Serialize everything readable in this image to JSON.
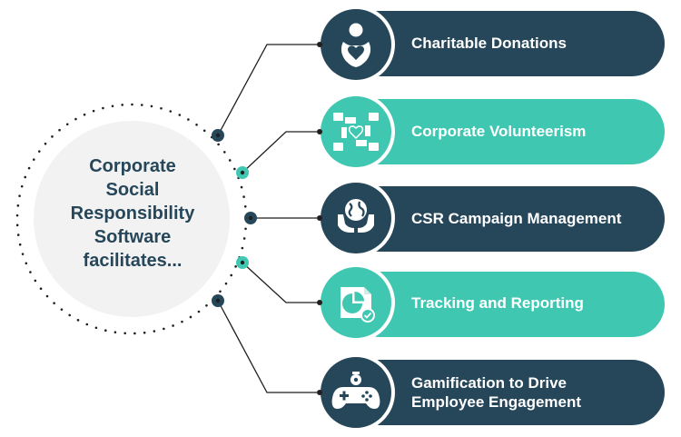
{
  "center": {
    "title": "Corporate\nSocial\nResponsibility\nSoftware\nfacilitates..."
  },
  "colors": {
    "dark": "#26475a",
    "teal": "#3fc7b1",
    "center_fill": "#f2f2f2",
    "connector": "#1f1f1f",
    "icon": "#ffffff"
  },
  "items": [
    {
      "label": "Charitable Donations",
      "style": "dark",
      "icon": "hands-heart-icon"
    },
    {
      "label": "Corporate Volunteerism",
      "style": "teal",
      "icon": "joined-hands-heart-icon"
    },
    {
      "label": "CSR Campaign Management",
      "style": "dark",
      "icon": "hands-globe-icon"
    },
    {
      "label": "Tracking and Reporting",
      "style": "teal",
      "icon": "report-pie-check-icon"
    },
    {
      "label": "Gamification to Drive\nEmployee Engagement",
      "style": "dark",
      "icon": "gamepad-icon"
    }
  ]
}
